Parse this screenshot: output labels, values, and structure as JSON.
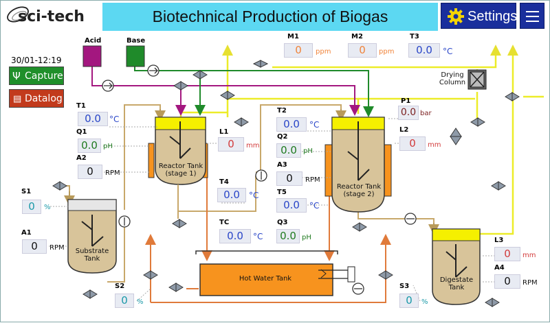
{
  "header": {
    "logo_text": "sci-tech",
    "title": "Biotechnical Production of Biogas",
    "settings_label": "Settings"
  },
  "sidebar": {
    "datetime": "30/01-12:19",
    "capture_label": "Capture",
    "datalog_label": "Datalog"
  },
  "inputs": {
    "acid": "Acid",
    "base": "Base"
  },
  "tanks": {
    "reactor1": [
      "Reactor Tank",
      "(stage 1)"
    ],
    "reactor2": [
      "Reactor Tank",
      "(stage 2)"
    ],
    "substrate": [
      "Substrate",
      "Tank"
    ],
    "digestate": [
      "Digestate",
      "Tank"
    ],
    "hot_water": "Hot Water Tank",
    "drying_column": [
      "Drying",
      "Column"
    ]
  },
  "readings": {
    "M1": {
      "label": "M1",
      "value": "0",
      "unit": "ppm"
    },
    "M2": {
      "label": "M2",
      "value": "0",
      "unit": "ppm"
    },
    "T3": {
      "label": "T3",
      "value": "0.0",
      "unit": "°C"
    },
    "P1": {
      "label": "P1",
      "value": "0.0",
      "unit": "bar"
    },
    "T1": {
      "label": "T1",
      "value": "0.0",
      "unit": "°C"
    },
    "Q1": {
      "label": "Q1",
      "value": "0.0",
      "unit": "pH"
    },
    "A2": {
      "label": "A2",
      "value": "0",
      "unit": "RPM"
    },
    "L1": {
      "label": "L1",
      "value": "0",
      "unit": "mm"
    },
    "T2": {
      "label": "T2",
      "value": "0.0",
      "unit": "°C"
    },
    "Q2": {
      "label": "Q2",
      "value": "0.0",
      "unit": "pH"
    },
    "A3": {
      "label": "A3",
      "value": "0",
      "unit": "RPM"
    },
    "L2": {
      "label": "L2",
      "value": "0",
      "unit": "mm"
    },
    "T4": {
      "label": "T4",
      "value": "0.0",
      "unit": "°C"
    },
    "T5": {
      "label": "T5",
      "value": "0.0",
      "unit": "°C"
    },
    "TC": {
      "label": "TC",
      "value": "0.0",
      "unit": "°C"
    },
    "Q3": {
      "label": "Q3",
      "value": "0.0",
      "unit": "pH"
    },
    "S1": {
      "label": "S1",
      "value": "0",
      "unit": "%"
    },
    "A1": {
      "label": "A1",
      "value": "0",
      "unit": "RPM"
    },
    "S2": {
      "label": "S2",
      "value": "0",
      "unit": "%"
    },
    "S3": {
      "label": "S3",
      "value": "0",
      "unit": "%"
    },
    "L3": {
      "label": "L3",
      "value": "0",
      "unit": "mm"
    },
    "A4": {
      "label": "A4",
      "value": "0",
      "unit": "RPM"
    }
  },
  "colors": {
    "header_bg": "#5cd8f2",
    "button_blue": "#1a2f9c",
    "capture_green": "#1f8f2a",
    "datalog_red": "#c23a1c",
    "acid": "#a3177f",
    "base": "#1f8a2a",
    "gas_line": "#ecec28",
    "feed_line": "#c8a86a",
    "hot_water": "#f7931e",
    "tank_liquid": "#d8c49a"
  }
}
